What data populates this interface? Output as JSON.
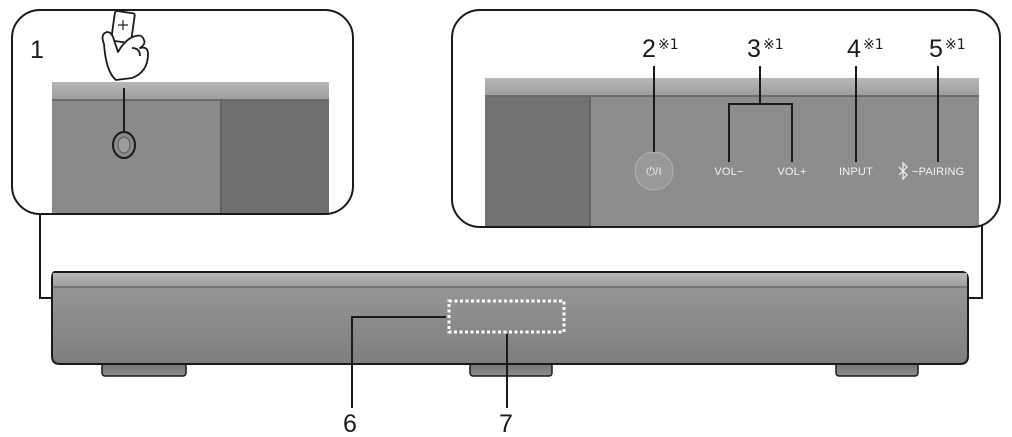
{
  "callouts": {
    "c1": "1",
    "c2": "2",
    "c3": "3",
    "c4": "4",
    "c5": "5",
    "c6": "6",
    "c7": "7",
    "note_mark": "※1"
  },
  "panel_labels": {
    "power": "⏻/I",
    "vol_down": "VOL−",
    "vol_up": "VOL+",
    "input": "INPUT",
    "pairing": "−PAIRING"
  },
  "icons": {
    "hand": "hand-touch-icon",
    "bluetooth": "bluetooth-icon",
    "sensor": "remote-sensor-icon"
  },
  "colors": {
    "outline": "#1a1a1a",
    "panel_dark": "#777777",
    "panel_light": "#8a8a8a",
    "panel_top": "#aaaaaa",
    "display_frame": "#ffffff"
  }
}
